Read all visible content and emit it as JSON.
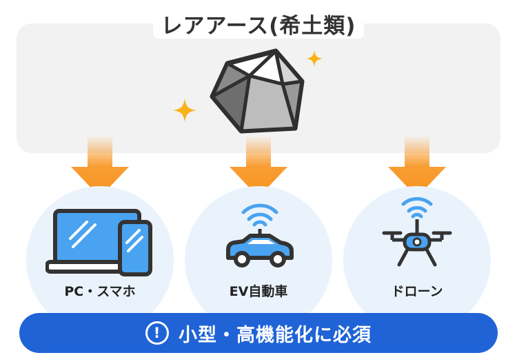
{
  "title": "レアアース(希土類)",
  "colors": {
    "panel_bg": "#f2f2f2",
    "arrow": "#f7931e",
    "sparkle": "#f9b21a",
    "circle_bg": "#eaf3fc",
    "device_blue": "#4aa3f0",
    "outline": "#333333",
    "banner": "#1f63d6"
  },
  "items": [
    {
      "label": "PC・スマホ",
      "icon": "laptop-smartphone-icon"
    },
    {
      "label": "EV自動車",
      "icon": "ev-car-wifi-icon"
    },
    {
      "label": "ドローン",
      "icon": "drone-wifi-icon"
    }
  ],
  "banner": {
    "icon": "exclamation-circle-icon",
    "mark": "!",
    "text": "小型・高機能化に必須"
  }
}
